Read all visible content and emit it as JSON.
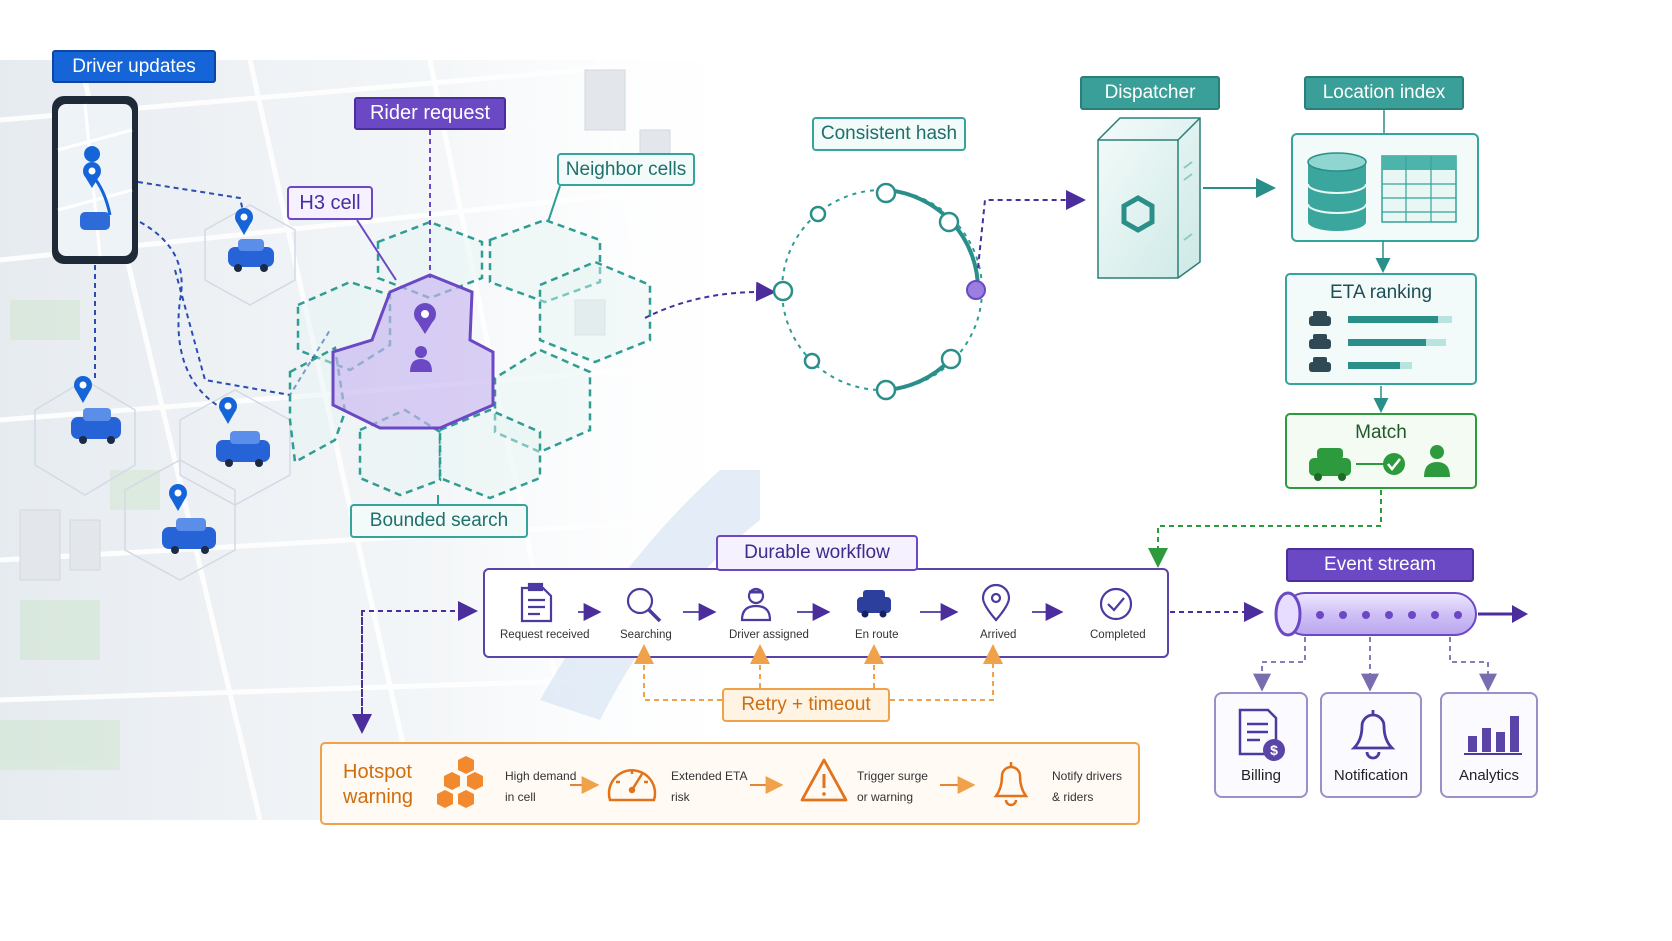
{
  "labels": {
    "driver_updates": "Driver updates",
    "rider_request": "Rider request",
    "h3_cell": "H3 cell",
    "neighbor_cells": "Neighbor cells",
    "bounded_search": "Bounded search",
    "consistent_hash": "Consistent hash",
    "dispatcher": "Dispatcher",
    "location_index": "Location index",
    "eta_ranking": "ETA ranking",
    "match": "Match",
    "durable_workflow": "Durable workflow",
    "event_stream": "Event stream",
    "retry_timeout": "Retry + timeout"
  },
  "workflow_steps": [
    {
      "label": "Request received",
      "icon": "document-icon"
    },
    {
      "label": "Searching",
      "icon": "magnifier-icon"
    },
    {
      "label": "Driver assigned",
      "icon": "driver-icon"
    },
    {
      "label": "En route",
      "icon": "car-icon"
    },
    {
      "label": "Arrived",
      "icon": "map-pin-icon"
    },
    {
      "label": "Completed",
      "icon": "check-circle-icon"
    }
  ],
  "hotspot": {
    "title_line1": "Hotspot",
    "title_line2": "warning",
    "steps": [
      {
        "line1": "High demand",
        "line2": "in cell",
        "icon": "hexagon-cluster-icon"
      },
      {
        "line1": "Extended ETA",
        "line2": "risk",
        "icon": "speedometer-icon"
      },
      {
        "line1": "Trigger surge",
        "line2": "or warning",
        "icon": "warning-triangle-icon"
      },
      {
        "line1": "Notify drivers",
        "line2": "& riders",
        "icon": "bell-icon"
      }
    ]
  },
  "consumers": [
    {
      "label": "Billing",
      "icon": "invoice-dollar-icon"
    },
    {
      "label": "Notification",
      "icon": "bell-icon"
    },
    {
      "label": "Analytics",
      "icon": "bar-chart-icon"
    }
  ],
  "colors": {
    "blue": "#1565d8",
    "purple": "#6b48c4",
    "teal": "#35a49b",
    "green": "#2e9a3e",
    "orange": "#f0a24a"
  }
}
